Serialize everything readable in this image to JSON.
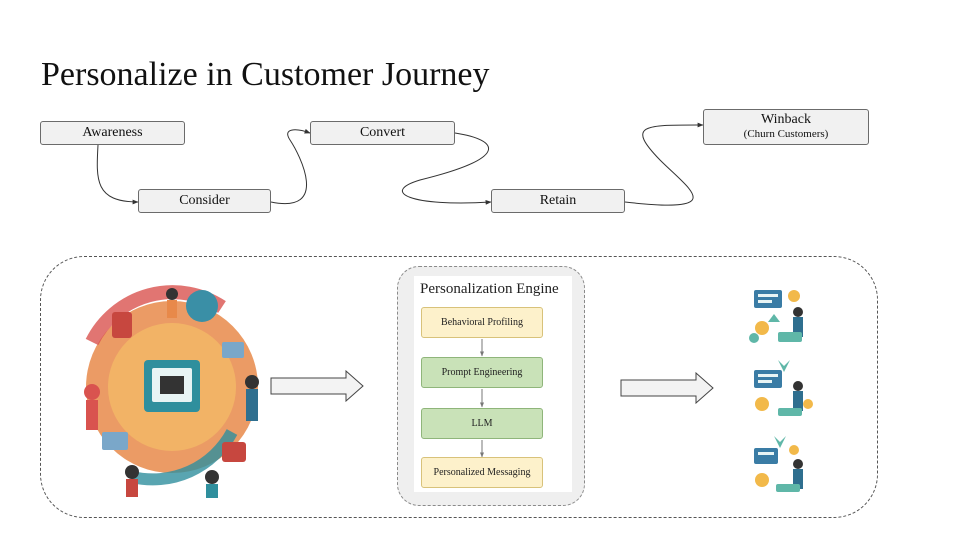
{
  "title": "Personalize in Customer Journey",
  "journey": {
    "awareness": "Awareness",
    "consider": "Consider",
    "convert": "Convert",
    "retain": "Retain",
    "winback": "Winback",
    "winback_sub": "(Churn Customers)"
  },
  "engine": {
    "title": "Personalization Engine",
    "steps": [
      "Behavioral Profiling",
      "Prompt Engineering",
      "LLM",
      "Personalized Messaging"
    ]
  },
  "colors": {
    "stage_fill": "#f1f1f1",
    "yellow_box": "#fdf1cb",
    "green_box": "#c9e2b8",
    "collage_orange": "#e8894a",
    "collage_teal": "#2f8f9d"
  },
  "icons": {
    "collage": "customer-collage-illustration",
    "outputs": "personalized-customer-illustration"
  }
}
